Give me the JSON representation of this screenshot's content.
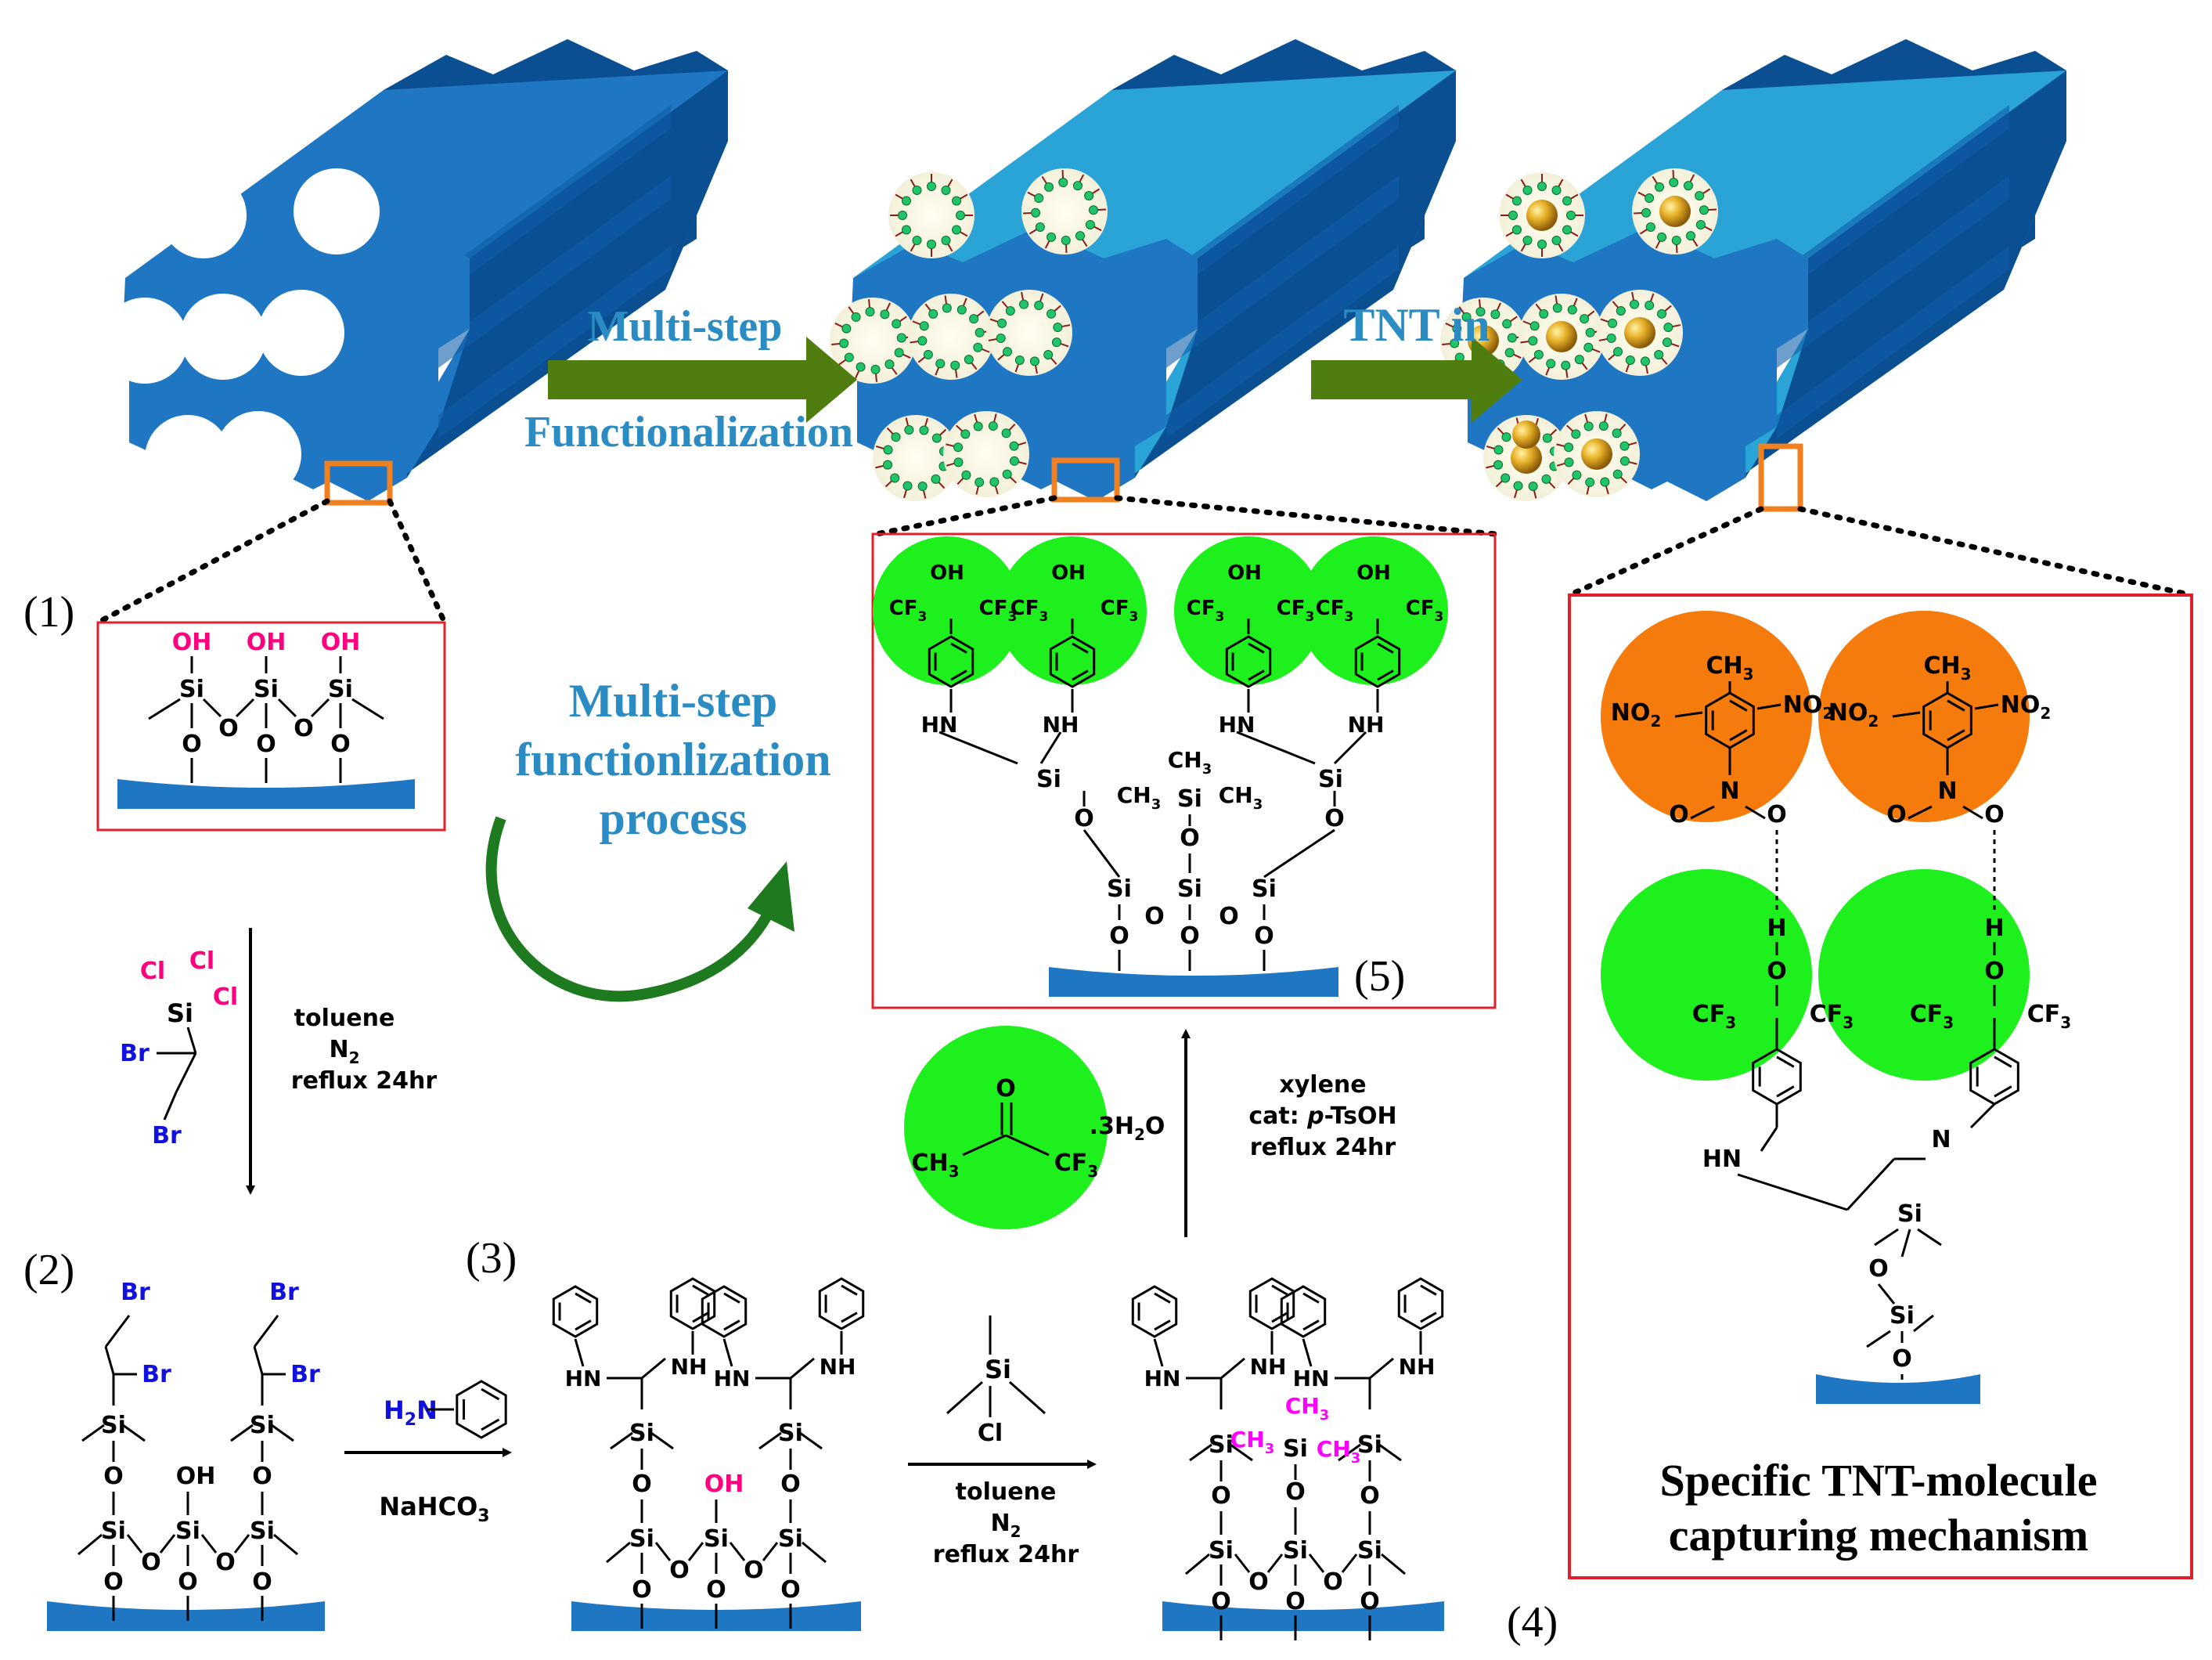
{
  "arrows": {
    "multistep_line1": "Multi-step",
    "multistep_line2": "Functionalization",
    "tnt_in": "TNT in"
  },
  "process": {
    "line1": "Multi-step",
    "line2": "functionlization",
    "line3": "process"
  },
  "step_labels": {
    "s1": "(1)",
    "s2": "(2)",
    "s3": "(3)",
    "s4": "(4)",
    "s5": "(5)"
  },
  "reagents": {
    "r1_solvent": "toluene",
    "r1_gas": "N2",
    "r1_cond": "reflux 24hr",
    "r2_base": "NaHCO3",
    "r3_solvent": "toluene",
    "r3_gas": "N2",
    "r3_cond": "reflux 24hr",
    "r4_solvent": "xylene",
    "r4_cat": "cat: p-TsOH",
    "r4_cond": "reflux 24hr",
    "r4_hydrate": ".3H2O"
  },
  "mechanism": {
    "title_line1": "Specific TNT-molecule",
    "title_line2": "capturing mechanism"
  },
  "chem_labels": {
    "oh": "OH",
    "si": "Si",
    "o": "O",
    "cl": "Cl",
    "br": "Br",
    "hn": "HN",
    "nh": "NH",
    "n": "N",
    "h": "H",
    "ch3": "CH3",
    "cf3": "CF3",
    "no2": "NO2"
  },
  "colors": {
    "mesopore_blue": "#1f77c4",
    "mesopore_dark": "#0b4f93",
    "mesopore_light": "#2aa3d6",
    "arrow_green": "#4f7d10",
    "process_green": "#1e7a1e",
    "text_blue": "#2b8cc4",
    "frame_red": "#e0202a",
    "group_green": "#1ef01e",
    "tnt_orange": "#f47b0c",
    "oh_magenta": "#ff007f",
    "br_blue": "#1010e0",
    "tms_magenta": "#ff00ff",
    "highlight_orange": "#f08020"
  }
}
